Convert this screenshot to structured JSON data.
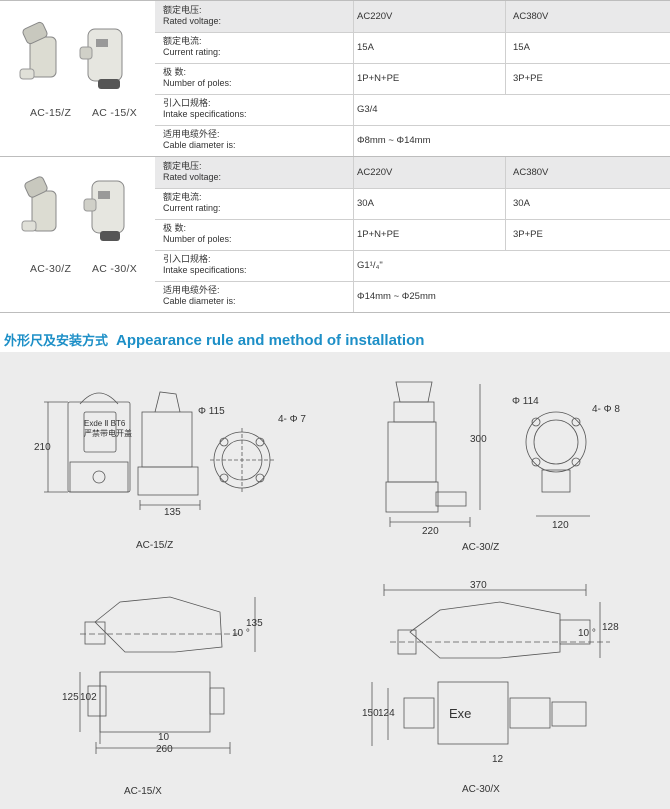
{
  "blocks": [
    {
      "captions": [
        "AC-15/Z",
        "AC -15/X"
      ],
      "rows": [
        {
          "cn": "额定电压:",
          "en": "Rated voltage:",
          "v1": "AC220V",
          "v2": "AC380V"
        },
        {
          "cn": "额定电流:",
          "en": "Current rating:",
          "v1": "15A",
          "v2": "15A"
        },
        {
          "cn": "极  数:",
          "en": "Number of poles:",
          "v1": "1P+N+PE",
          "v2": "3P+PE"
        },
        {
          "cn": "引入口规格:",
          "en": "Intake specifications:",
          "v1": "G3/4",
          "v2": ""
        },
        {
          "cn": "适用电缆外径:",
          "en": "Cable diameter is:",
          "v1": "Φ8mm ~ Φ14mm",
          "v2": ""
        }
      ]
    },
    {
      "captions": [
        "AC-30/Z",
        "AC -30/X"
      ],
      "rows": [
        {
          "cn": "额定电压:",
          "en": "Rated voltage:",
          "v1": "AC220V",
          "v2": "AC380V"
        },
        {
          "cn": "额定电流:",
          "en": "Current rating:",
          "v1": "30A",
          "v2": "30A"
        },
        {
          "cn": "极  数:",
          "en": "Number of poles:",
          "v1": "1P+N+PE",
          "v2": "3P+PE"
        },
        {
          "cn": "引入口规格:",
          "en": "Intake specifications:",
          "v1": "G1¹/₄\"",
          "v2": ""
        },
        {
          "cn": "适用电缆外径:",
          "en": "Cable diameter is:",
          "v1": "Φ14mm ~ Φ25mm",
          "v2": ""
        }
      ]
    }
  ],
  "section": {
    "title_cn": "外形尺及安装方式",
    "title_en": "Appearance rule and method of installation"
  },
  "drawings": {
    "d1": {
      "label": "AC-15/Z",
      "height": "210",
      "width": "135",
      "dia": "Φ 115",
      "holes": "4- Φ 7",
      "plate_text_1": "Exde Ⅱ BT6",
      "plate_text_2": "严禁带电开盖"
    },
    "d2": {
      "label": "AC-30/Z",
      "height": "300",
      "width": "220",
      "dia": "Φ 114",
      "holes": "4- Φ 8",
      "width2": "120"
    },
    "d3": {
      "label": "AC-15/X",
      "h1": "135",
      "angle": "10 °",
      "h2": "125",
      "h3": "102",
      "d10": "10",
      "len": "260"
    },
    "d4": {
      "label": "AC-30/X",
      "len": "370",
      "angle": "10 °",
      "h1": "128",
      "h2": "150",
      "h3": "124",
      "d12": "12",
      "exe": "Exe"
    }
  },
  "colors": {
    "accent": "#1d8fc7",
    "table_shade": "#e9e9ea",
    "drawing_bg": "#ececec"
  }
}
